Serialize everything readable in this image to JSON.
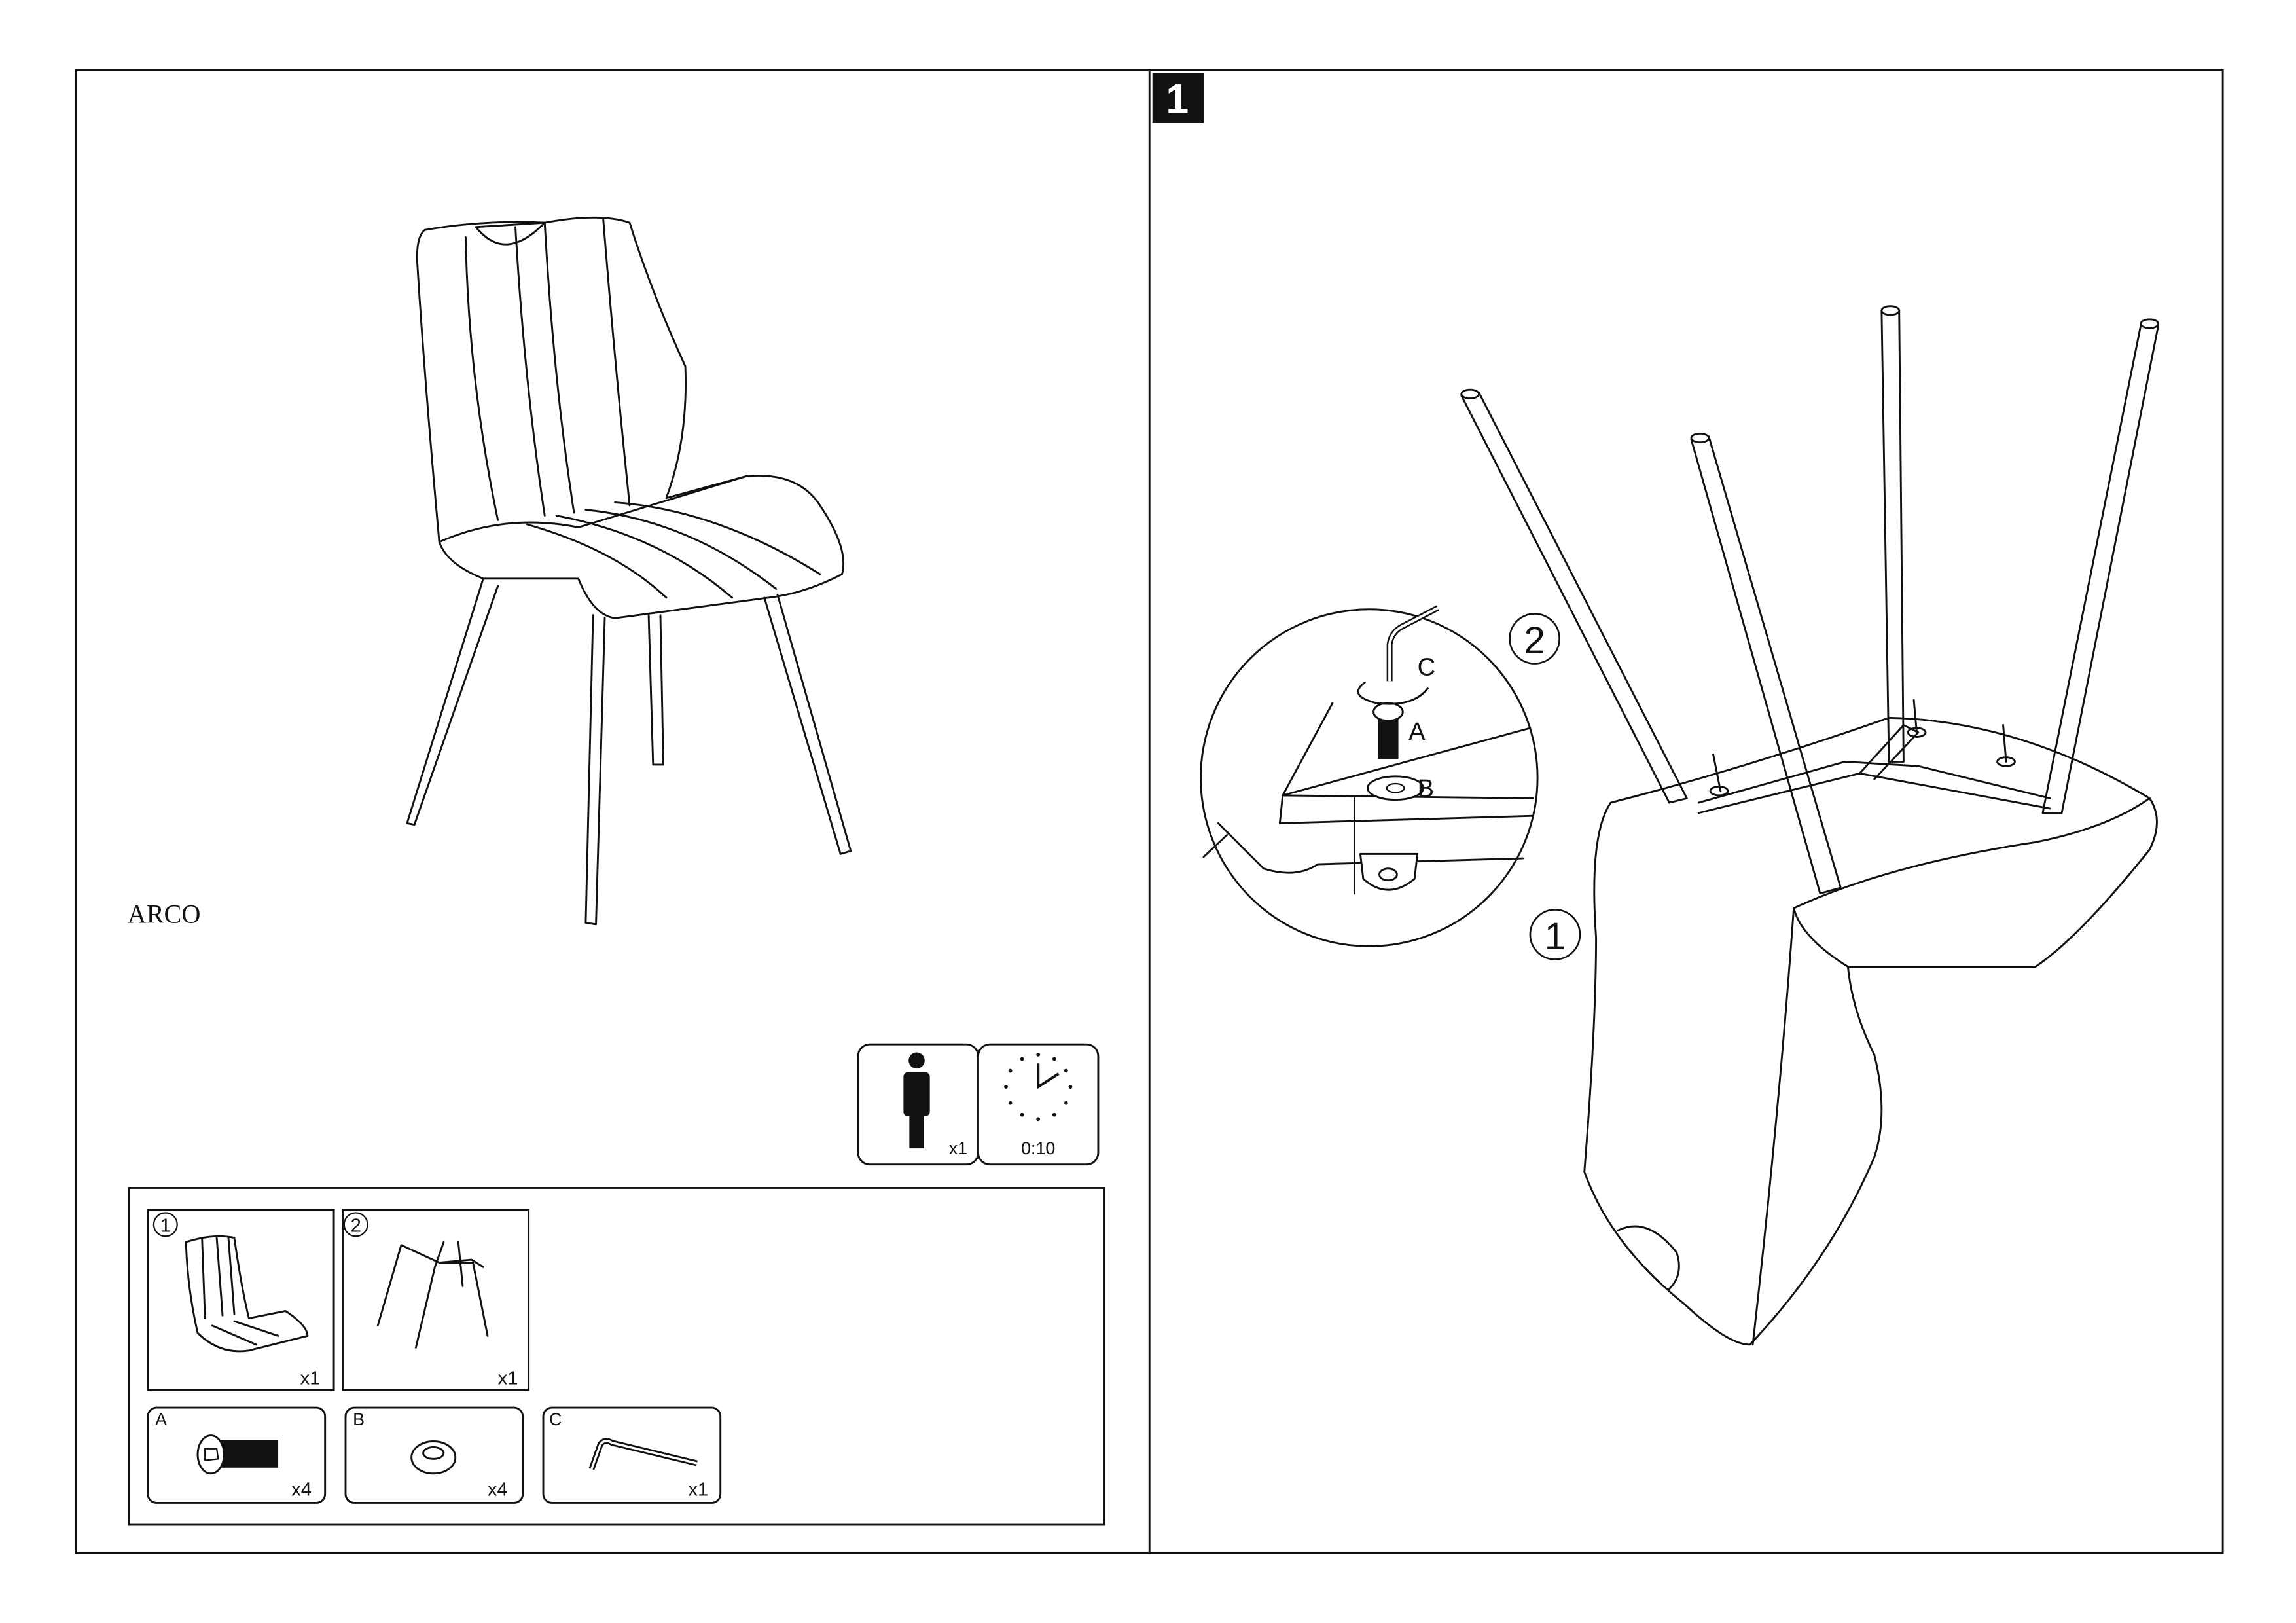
{
  "product": {
    "name": "ARCO"
  },
  "step": {
    "number": "1"
  },
  "requirements": {
    "persons": {
      "icon": "person-icon",
      "count": "x1"
    },
    "time": {
      "icon": "clock-icon",
      "duration": "0:10"
    }
  },
  "parts": [
    {
      "id": "1",
      "icon": "chair-seat-icon",
      "qty": "x1"
    },
    {
      "id": "2",
      "icon": "leg-frame-icon",
      "qty": "x1"
    }
  ],
  "hardware": [
    {
      "id": "A",
      "icon": "bolt-icon",
      "qty": "x4"
    },
    {
      "id": "B",
      "icon": "washer-icon",
      "qty": "x4"
    },
    {
      "id": "C",
      "icon": "allen-key-icon",
      "qty": "x1"
    }
  ],
  "diagram": {
    "callouts": {
      "part1": "1",
      "part2": "2"
    },
    "detail_labels": {
      "bolt": "A",
      "washer": "B",
      "key": "C"
    }
  }
}
